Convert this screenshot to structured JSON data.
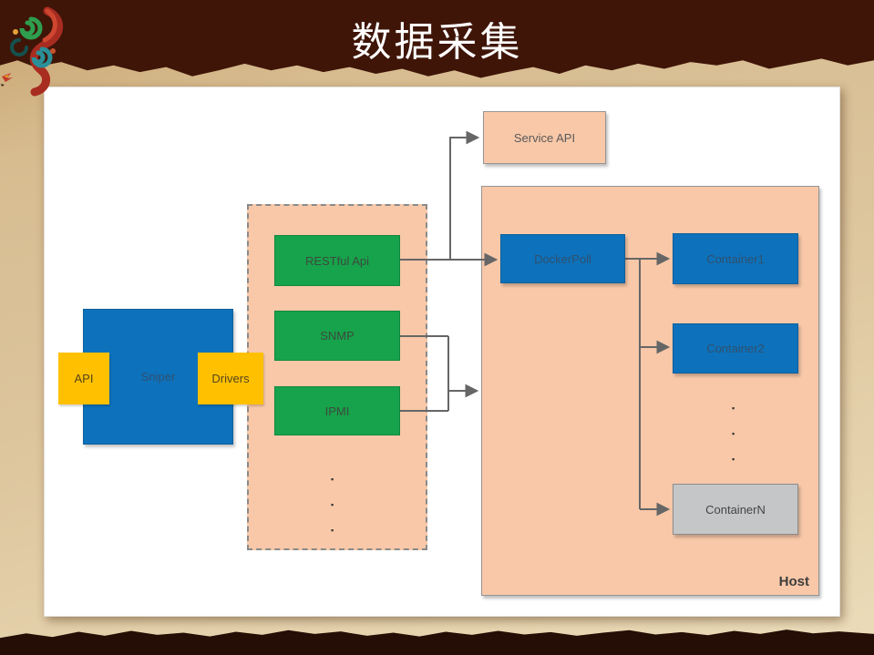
{
  "slide": {
    "title": "数据采集"
  },
  "colors": {
    "header-bg": "#3f1508",
    "footer-bg": "#240e05",
    "parchment": "#dcc49c",
    "panel-bg": "#ffffff",
    "title-text": "#ffffff",
    "salmon": "#f8c8a8",
    "salmon-border": "#959595",
    "blue": "#0d72bb",
    "blue-border": "#0d5f9d",
    "blue-text": "#30506f",
    "green": "#17a34b",
    "green-border": "#12873f",
    "green-text": "#3b4a3e",
    "yellow": "#ffc000",
    "yellow-text": "#55451f",
    "gray-node": "#c5c6c8",
    "gray-node-border": "#8b8b8b",
    "connector": "#666666",
    "label-text": "#595959"
  },
  "diagram": {
    "ellipsis_dot": "▪",
    "nodes": {
      "service_api": {
        "label": "Service API"
      },
      "host": {
        "label": "Host"
      },
      "restful_api": {
        "label": "RESTful Api"
      },
      "snmp": {
        "label": "SNMP"
      },
      "ipmi": {
        "label": "IPMI"
      },
      "sniper": {
        "label": "Sniper"
      },
      "api": {
        "label": "API"
      },
      "drivers": {
        "label": "Drivers"
      },
      "dockerpoll": {
        "label": "DockerPoll"
      },
      "container1": {
        "label": "Container1"
      },
      "container2": {
        "label": "Container2"
      },
      "containern": {
        "label": "ContainerN"
      }
    }
  }
}
